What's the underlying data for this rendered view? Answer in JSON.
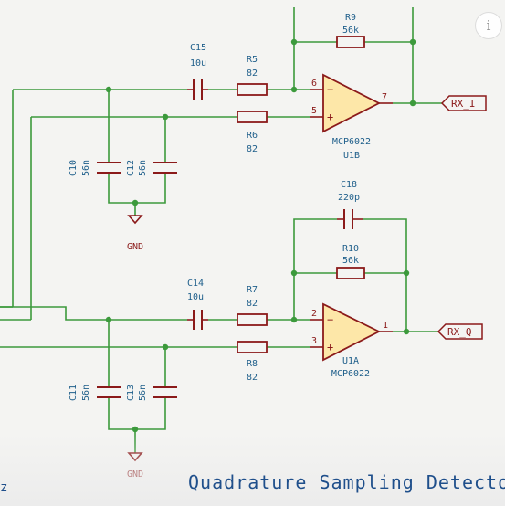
{
  "title": "Quadrature Sampling Detector",
  "corner_text": "z",
  "info_icon_glyph": "i",
  "components": {
    "C15": {
      "ref": "C15",
      "value": "10u"
    },
    "R5": {
      "ref": "R5",
      "value": "82"
    },
    "R6": {
      "ref": "R6",
      "value": "82"
    },
    "R9": {
      "ref": "R9",
      "value": "56k"
    },
    "C10": {
      "ref": "C10",
      "value": "56n"
    },
    "C12": {
      "ref": "C12",
      "value": "56n"
    },
    "U1B": {
      "ref": "U1B",
      "value": "MCP6022"
    },
    "C18": {
      "ref": "C18",
      "value": "220p"
    },
    "R10": {
      "ref": "R10",
      "value": "56k"
    },
    "C14": {
      "ref": "C14",
      "value": "10u"
    },
    "R7": {
      "ref": "R7",
      "value": "82"
    },
    "R8": {
      "ref": "R8",
      "value": "82"
    },
    "U1A": {
      "ref": "U1A",
      "value": "MCP6022"
    },
    "C11": {
      "ref": "C11",
      "value": "56n"
    },
    "C13": {
      "ref": "C13",
      "value": "56n"
    }
  },
  "pins": {
    "u1b_inv": "6",
    "u1b_noninv": "5",
    "u1b_out": "7",
    "u1a_inv": "2",
    "u1a_noninv": "3",
    "u1a_out": "1"
  },
  "symbols": {
    "minus": "−",
    "plus": "+"
  },
  "labels": {
    "rx_i": "RX_I",
    "rx_q": "RX_Q"
  },
  "ground": {
    "label": "GND"
  },
  "colors": {
    "wire": "#3c9a3c",
    "component": "#8b1a1a",
    "reference": "#1f5f8b",
    "opamp_fill": "#fde7a8",
    "title": "#1f4f8b"
  }
}
